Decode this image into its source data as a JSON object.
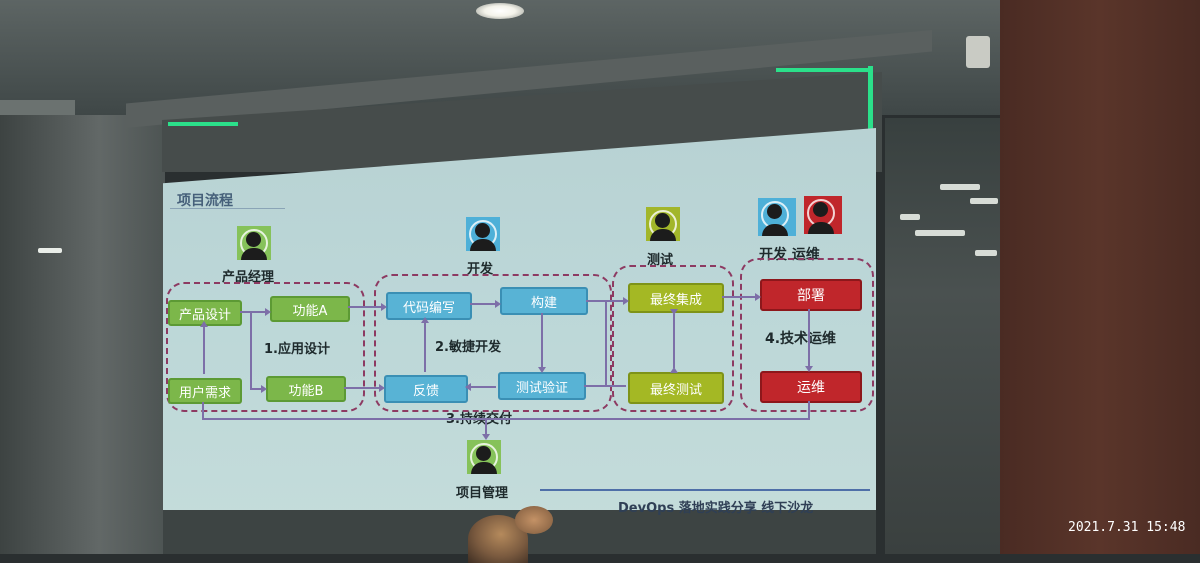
{
  "slide": {
    "title": "项目流程",
    "footer": "DevOps 落地实践分享  线下沙龙",
    "roles": {
      "pm": "产品经理",
      "dev": "开发",
      "test": "测试",
      "devops": "开发  运维",
      "project_mgmt": "项目管理"
    },
    "boxes": {
      "product_design": "产品设计",
      "feature_a": "功能A",
      "user_req": "用户需求",
      "feature_b": "功能B",
      "code_write": "代码编写",
      "build": "构建",
      "feedback": "反馈",
      "test_verify": "测试验证",
      "final_integration": "最终集成",
      "final_test": "最终测试",
      "deploy": "部署",
      "ops": "运维"
    },
    "stages": {
      "s1": "1.应用设计",
      "s2": "2.敏捷开发",
      "s3": "3.持续交付",
      "s4": "4.技术运维"
    }
  },
  "timestamp": "2021.7.31 15:48",
  "colors": {
    "green": "#7cb74a",
    "blue": "#58b3d5",
    "olive": "#a4b824",
    "red": "#c0262b",
    "slide_bg": "#bcd7d8"
  }
}
